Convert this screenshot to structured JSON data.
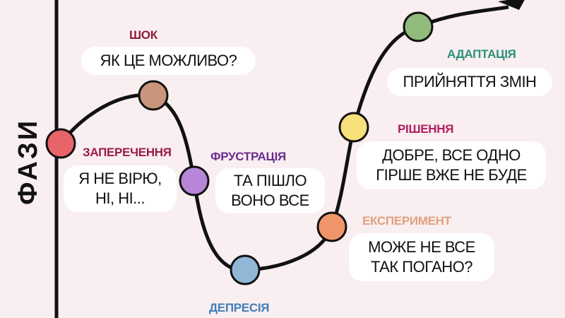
{
  "axis_title": "ФАЗИ",
  "colors": {
    "background": "#f9eef0",
    "line": "#111111"
  },
  "phases": [
    {
      "name": "ЗАПЕРЕЧЕННЯ",
      "quote_lines": [
        "Я НЕ ВІРЮ,",
        "НІ, НІ..."
      ],
      "label_color": "#9b1b45",
      "dot_color": "#e8646a"
    },
    {
      "name": "ШОК",
      "quote_lines": [
        "ЯК ЦЕ МОЖЛИВО?"
      ],
      "label_color": "#8b1a3d",
      "dot_color": "#c9967c"
    },
    {
      "name": "ФРУСТРАЦІЯ",
      "quote_lines": [
        "ТА ПІШЛО",
        "ВОНО ВСЕ"
      ],
      "label_color": "#6a2d8f",
      "dot_color": "#b786d8"
    },
    {
      "name": "ДЕПРЕСІЯ",
      "quote_lines": [],
      "label_color": "#3f7fb8",
      "dot_color": "#90b7d6"
    },
    {
      "name": "ЕКСПЕРИМЕНТ",
      "quote_lines": [
        "МОЖЕ НЕ ВСЕ",
        "ТАК ПОГАНО?"
      ],
      "label_color": "#e0a080",
      "dot_color": "#f0956a"
    },
    {
      "name": "РІШЕННЯ",
      "quote_lines": [
        "ДОБРЕ, ВСЕ ОДНО",
        "ГІРШЕ ВЖЕ НЕ БУДЕ"
      ],
      "label_color": "#b02060",
      "dot_color": "#f8e07a"
    },
    {
      "name": "АДАПТАЦІЯ",
      "quote_lines": [
        "ПРИЙНЯТТЯ ЗМІН"
      ],
      "label_color": "#2a9278",
      "dot_color": "#90bb7c"
    }
  ]
}
